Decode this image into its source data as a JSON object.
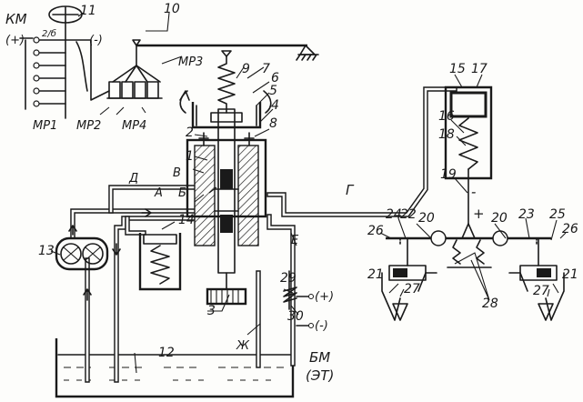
{
  "labels": {
    "km": "КМ",
    "plus_left": "(+)",
    "minus_left": "(-)",
    "mp1": "МР1",
    "mp2": "МР2",
    "mp3": "МР3",
    "mp4": "МР4",
    "bm": "БМ",
    "et": "(ЭТ)",
    "plus_29": "(+)",
    "minus_30": "(-)",
    "small_text": "2/б",
    "letter_a": "А",
    "letter_b": "Б",
    "letter_v": "В",
    "letter_g": "Г",
    "letter_d": "Д",
    "letter_e": "Е",
    "letter_zh": "Ж",
    "minus_sign": "-",
    "plus_sign": "+"
  },
  "numbers": {
    "n1": "1",
    "n2": "2",
    "n3": "3",
    "n4": "4",
    "n5": "5",
    "n6": "6",
    "n7": "7",
    "n8": "8",
    "n9": "9",
    "n10": "10",
    "n11": "11",
    "n12": "12",
    "n13": "13",
    "n14": "14",
    "n15": "15",
    "n16": "16",
    "n17": "17",
    "n18": "18",
    "n19": "19",
    "n20a": "20",
    "n20b": "20",
    "n21a": "21",
    "n21b": "21",
    "n22": "22",
    "n23": "23",
    "n24": "24",
    "n25": "25",
    "n26a": "26",
    "n26b": "26",
    "n27a": "27",
    "n27b": "27",
    "n28": "28",
    "n29": "29",
    "n30": "30"
  }
}
